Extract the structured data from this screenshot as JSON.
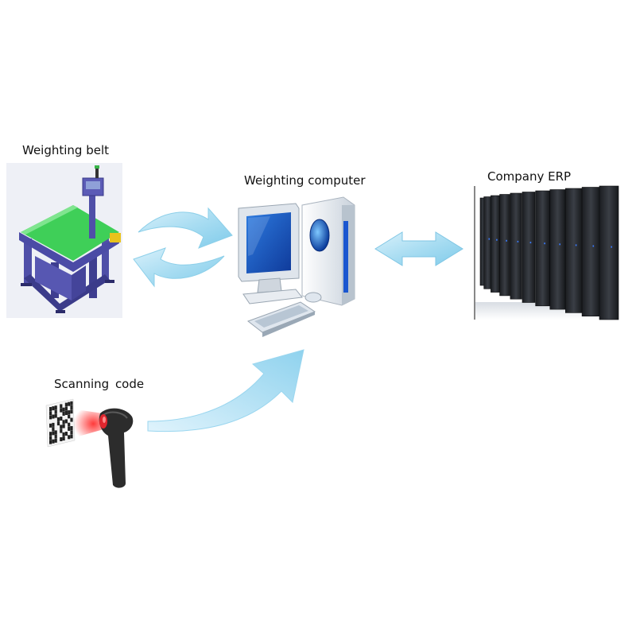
{
  "labels": {
    "weighting_belt": "Weighting belt",
    "weighting_computer": "Weighting computer",
    "company_erp": "Company ERP",
    "scanning_code": "Scanning  code"
  },
  "colors": {
    "arrow_fill": "#a9ddf2",
    "arrow_edge": "#6fc3e6",
    "belt_surface": "#3fcf58",
    "belt_frame": "#4f4fa8",
    "monitor_screen": "#1f5bc4",
    "server_body": "#2a2d33",
    "scanner_laser": "#e0262e"
  },
  "icons": {
    "belt": "conveyor-scale-icon",
    "computer": "desktop-computer-icon",
    "erp": "server-rack-icon",
    "scanner": "barcode-scanner-icon",
    "qr": "qr-code-icon"
  }
}
